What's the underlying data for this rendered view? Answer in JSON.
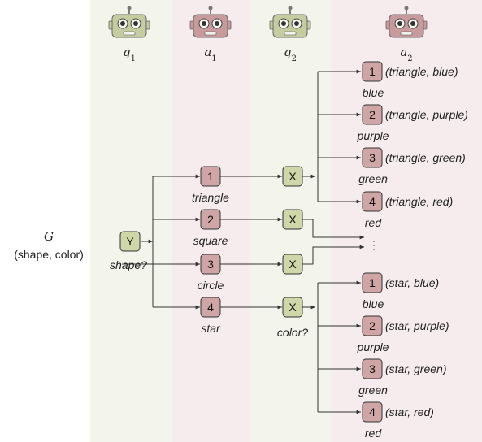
{
  "colors": {
    "agent_q_bg": "#f3f4ec",
    "agent_a_bg": "#f6ecee",
    "q_box": "#cfd6a7",
    "a_box": "#cfa5a6",
    "q_robot": "#c5cca0",
    "a_robot": "#c99a9c",
    "stroke": "#333333"
  },
  "left": {
    "G_label": "G",
    "G_sub": "(shape, color)"
  },
  "agents": [
    {
      "id": "q1",
      "label": "q",
      "sub": "1",
      "type": "q"
    },
    {
      "id": "a1",
      "label": "a",
      "sub": "1",
      "type": "a"
    },
    {
      "id": "q2",
      "label": "q",
      "sub": "2",
      "type": "q"
    },
    {
      "id": "a2",
      "label": "a",
      "sub": "2",
      "type": "a"
    }
  ],
  "q1_node": {
    "box": "Y",
    "caption": "shape?"
  },
  "a1_nodes": [
    {
      "box": "1",
      "caption": "triangle"
    },
    {
      "box": "2",
      "caption": "square"
    },
    {
      "box": "3",
      "caption": "circle"
    },
    {
      "box": "4",
      "caption": "star"
    }
  ],
  "q2_nodes": [
    {
      "box": "X",
      "caption": ""
    },
    {
      "box": "X",
      "caption": ""
    },
    {
      "box": "X",
      "caption": ""
    },
    {
      "box": "X",
      "caption": "color?"
    }
  ],
  "ellipsis": "⋮",
  "a2_nodes": [
    {
      "box": "1",
      "tuple": "(triangle, blue)",
      "caption": "blue"
    },
    {
      "box": "2",
      "tuple": "(triangle, purple)",
      "caption": "purple"
    },
    {
      "box": "3",
      "tuple": "(triangle, green)",
      "caption": "green"
    },
    {
      "box": "4",
      "tuple": "(triangle, red)",
      "caption": "red"
    },
    {
      "box": "1",
      "tuple": "(star, blue)",
      "caption": "blue"
    },
    {
      "box": "2",
      "tuple": "(star, purple)",
      "caption": "purple"
    },
    {
      "box": "3",
      "tuple": "(star, green)",
      "caption": "green"
    },
    {
      "box": "4",
      "tuple": "(star, red)",
      "caption": "red"
    }
  ]
}
